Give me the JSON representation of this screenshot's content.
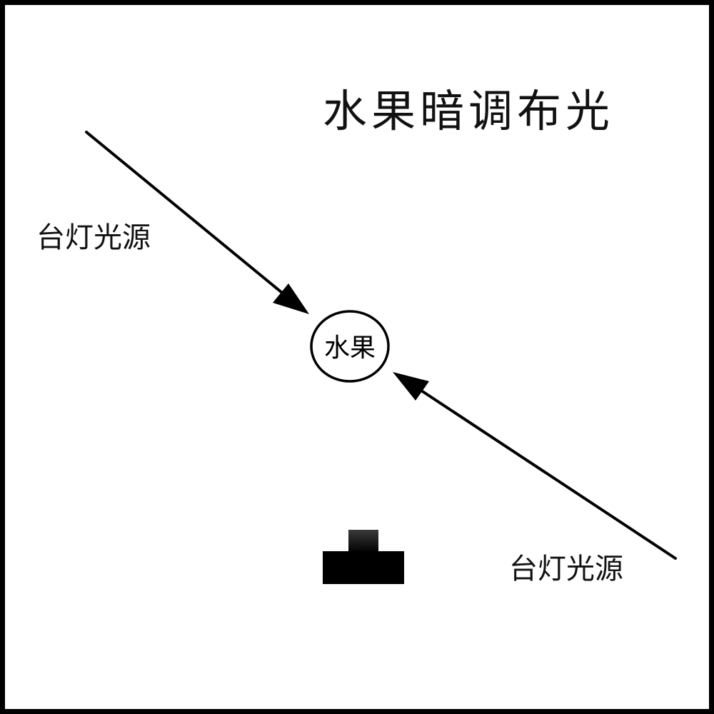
{
  "title": "水果暗调布光",
  "lamp_left": {
    "label": "台灯光源"
  },
  "lamp_right": {
    "label": "台灯光源"
  },
  "subject": {
    "label": "水果"
  },
  "colors": {
    "ink": "#000000",
    "background": "#ffffff"
  }
}
